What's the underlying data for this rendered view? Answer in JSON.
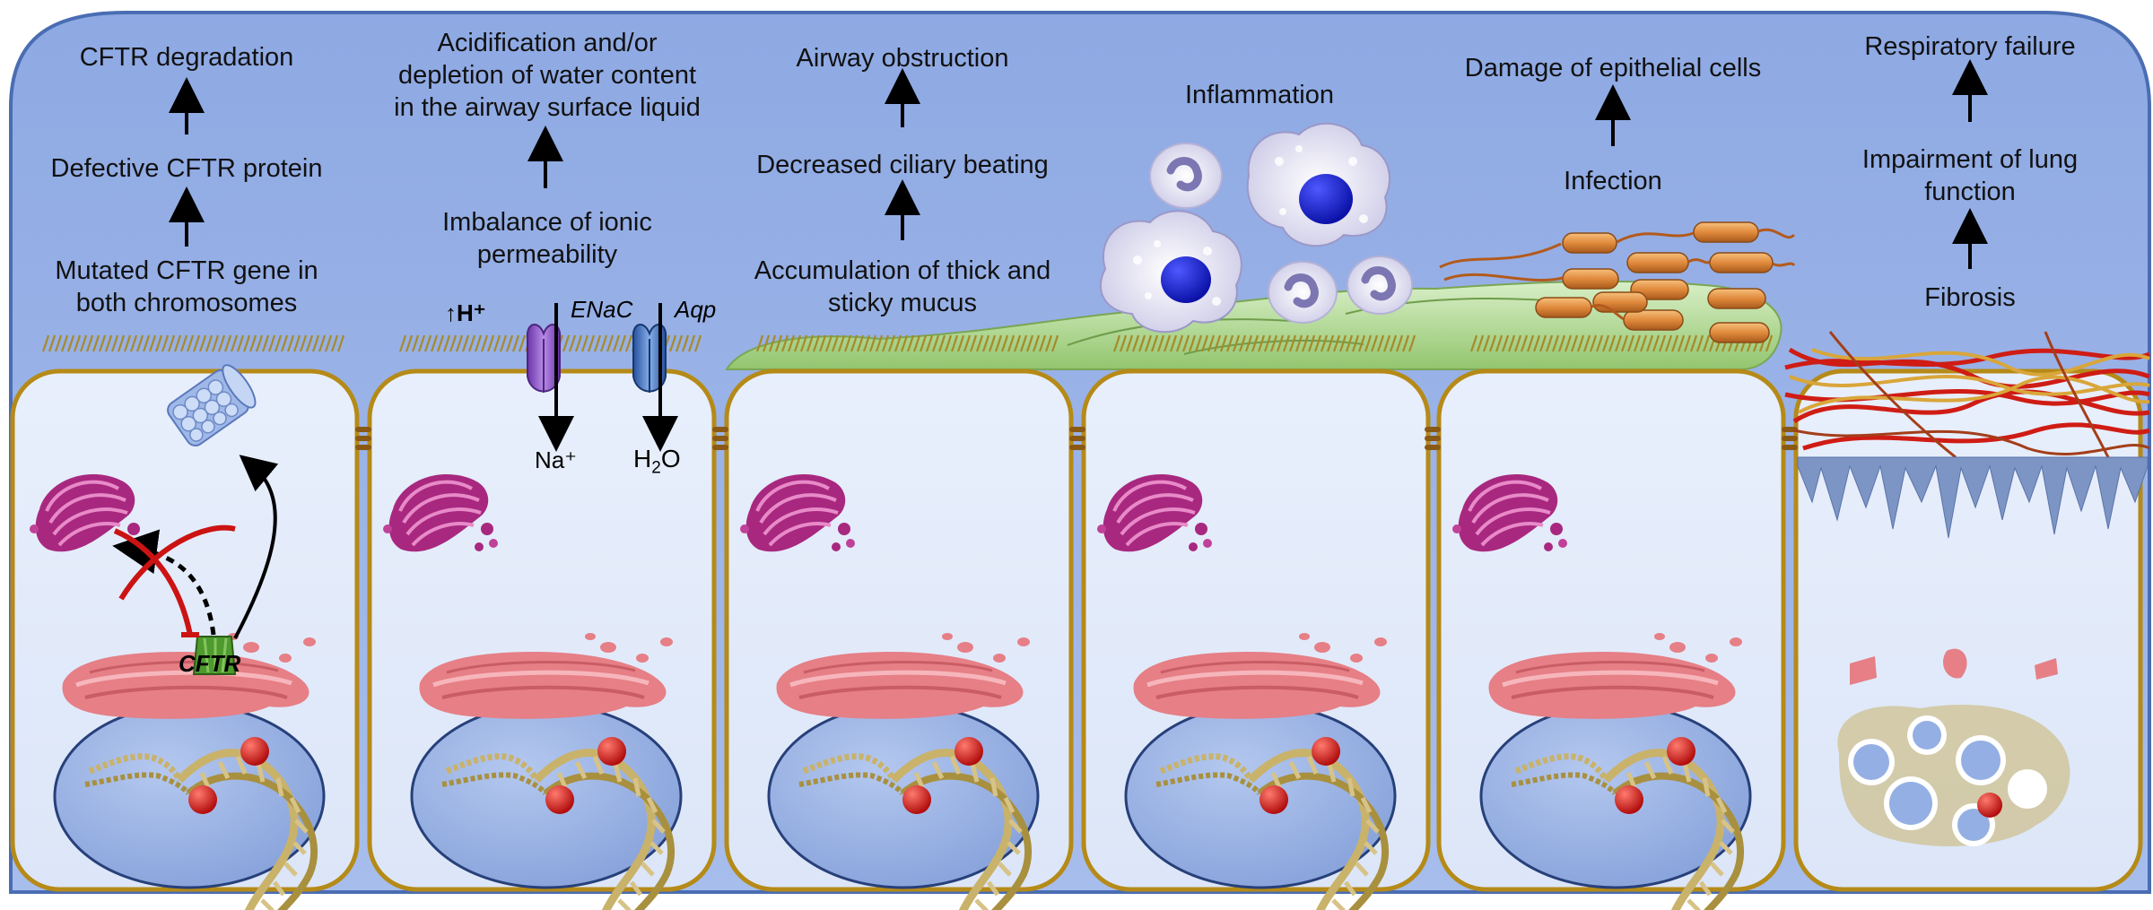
{
  "colors": {
    "sky": "#97b0e6",
    "cell_fill": "#e3ecfb",
    "cell_border": "#b58a17",
    "nucleus": "#94afe3",
    "er": "#e67f86",
    "golgi": "#a8287f",
    "mucus": "#b9dea0",
    "collagen_red": "#cf1c14",
    "collagen_gold": "#d9a63a",
    "enac": "#8a4fc7",
    "aqp": "#3f6fc2",
    "cftr": "#4e9a2e",
    "dna_red": "#cc1313"
  },
  "panels": [
    {
      "id": "cftr-defect",
      "labels": [
        "CFTR degradation",
        "Defective CFTR protein",
        "Mutated CFTR gene in",
        "both chromosomes"
      ]
    },
    {
      "id": "ion-imbalance",
      "labels": [
        "Acidification and/or",
        "depletion of water content",
        "in the airway surface liquid",
        "Imbalance of ionic",
        "permeability"
      ],
      "channels": {
        "h_plus": "↑H⁺",
        "enac": "ENaC",
        "aqp": "Aqp",
        "na": "Na⁺",
        "h2o_h": "H",
        "h2o_sub": "2",
        "h2o_o": "O"
      }
    },
    {
      "id": "mucus",
      "labels": [
        "Airway obstruction",
        "Decreased ciliary beating",
        "Accumulation of thick and",
        "sticky mucus"
      ]
    },
    {
      "id": "inflammation",
      "labels": [
        "Inflammation"
      ]
    },
    {
      "id": "infection",
      "labels": [
        "Damage of epithelial cells",
        "Infection"
      ]
    },
    {
      "id": "fibrosis",
      "labels": [
        "Respiratory failure",
        "Impairment of lung",
        "function",
        "Fibrosis"
      ]
    }
  ],
  "cftr_label": "CFTR",
  "icons": [
    "golgi-icon",
    "er-icon",
    "nucleus-icon",
    "dna-icon",
    "proteasome-icon",
    "neutrophil-icon",
    "macrophage-icon",
    "bacteria-icon",
    "collagen-icon"
  ]
}
